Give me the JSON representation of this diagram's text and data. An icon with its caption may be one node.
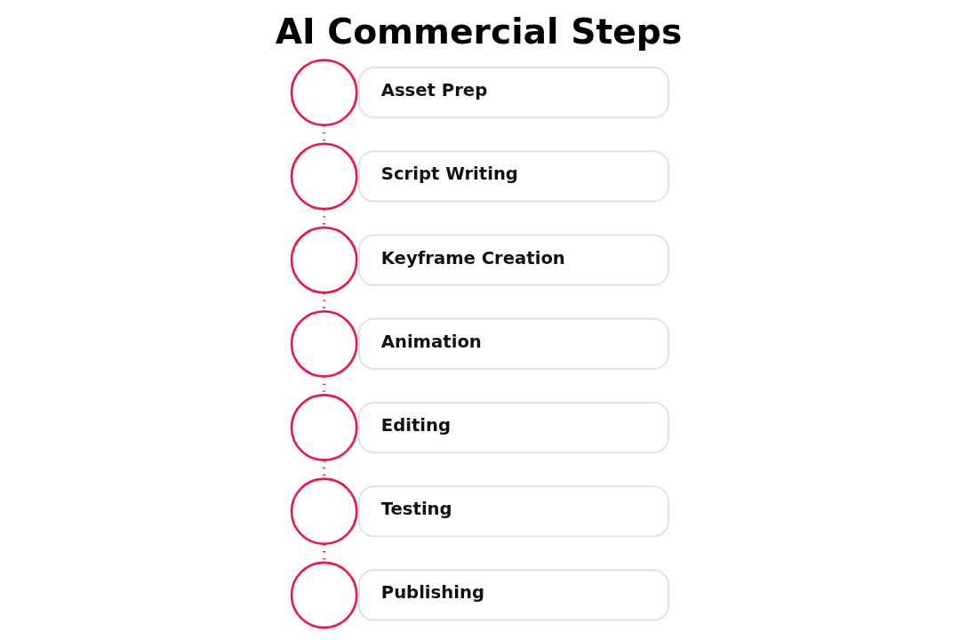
{
  "diagram": {
    "title": "AI Commercial Steps",
    "nodes": [
      {
        "text": [],
        "shape": "circle"
      },
      {
        "text": [
          "Asset Prep"
        ]
      },
      {
        "text": [],
        "shape": "circle"
      },
      {
        "text": [
          "Script Writing"
        ]
      },
      {
        "text": [],
        "shape": "circle"
      },
      {
        "text": [
          "Keyframe Creation"
        ]
      },
      {
        "text": [],
        "shape": "circle"
      },
      {
        "text": [
          "Animation"
        ]
      },
      {
        "text": [],
        "shape": "circle"
      },
      {
        "text": [
          "Editing"
        ]
      },
      {
        "text": [],
        "shape": "circle"
      },
      {
        "text": [
          "Testing"
        ]
      },
      {
        "text": [],
        "shape": "circle"
      },
      {
        "text": [
          "Publishing"
        ]
      }
    ],
    "edges": [
      {
        "from": 0,
        "to": 2,
        "arrow": "none",
        "style": "dashed"
      },
      {
        "from": 2,
        "to": 4,
        "arrow": "none",
        "style": "dashed"
      },
      {
        "from": 4,
        "to": 6,
        "arrow": "none",
        "style": "dashed"
      },
      {
        "from": 6,
        "to": 8,
        "arrow": "none",
        "style": "dashed"
      },
      {
        "from": 8,
        "to": 10,
        "arrow": "none",
        "style": "dashed"
      },
      {
        "from": 10,
        "to": 12,
        "arrow": "none",
        "style": "dashed"
      }
    ]
  }
}
